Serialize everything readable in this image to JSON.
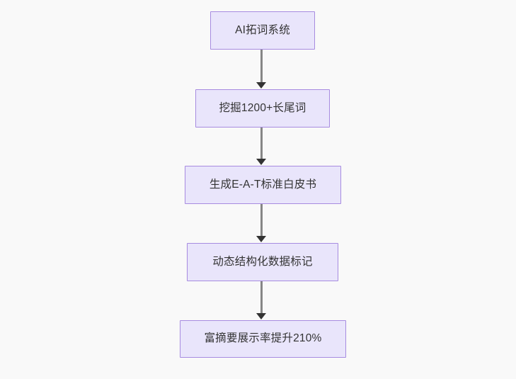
{
  "diagram": {
    "type": "flowchart",
    "direction": "top-to-bottom",
    "background_color": "#f9f9f9",
    "node_fill_color": "#e9e5fb",
    "node_border_color": "#a78be0",
    "node_text_color": "#333333",
    "edge_color": "#868686",
    "arrowhead_color": "#333333",
    "nodes": [
      {
        "id": "n0",
        "label": "AI拓词系统"
      },
      {
        "id": "n1",
        "label": "挖掘1200+长尾词"
      },
      {
        "id": "n2",
        "label": "生成E-A-T标准白皮书"
      },
      {
        "id": "n3",
        "label": "动态结构化数据标记"
      },
      {
        "id": "n4",
        "label": "富摘要展示率提升210%"
      }
    ],
    "edges": [
      {
        "from": "n0",
        "to": "n1",
        "label": ""
      },
      {
        "from": "n1",
        "to": "n2",
        "label": ""
      },
      {
        "from": "n2",
        "to": "n3",
        "label": ""
      },
      {
        "from": "n3",
        "to": "n4",
        "label": ""
      }
    ]
  }
}
